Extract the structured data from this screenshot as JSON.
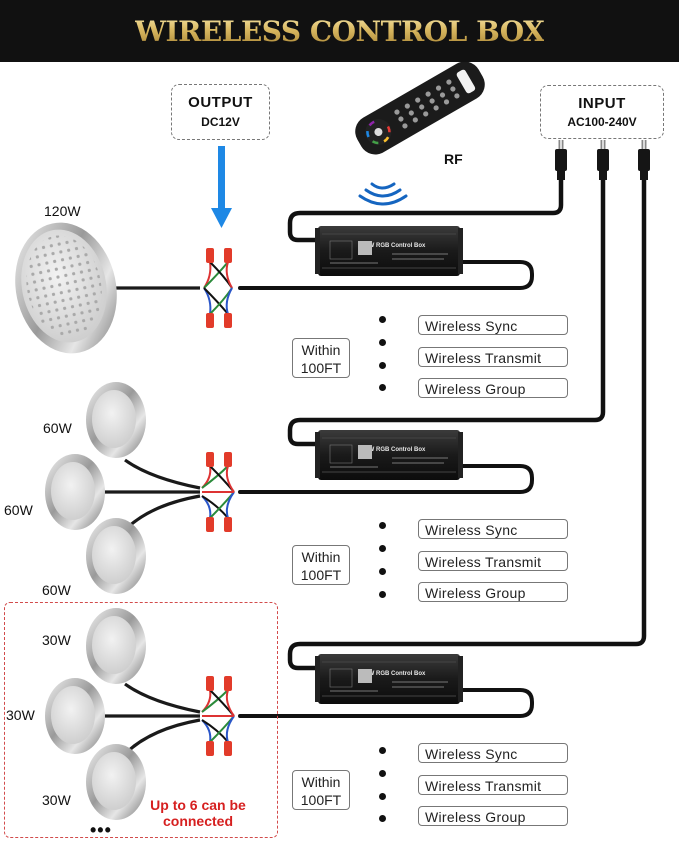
{
  "header": {
    "title": "WIRELESS CONTROL BOX"
  },
  "output": {
    "title": "OUTPUT",
    "spec": "DC12V"
  },
  "input": {
    "title": "INPUT",
    "spec": "AC100-240V"
  },
  "remote": {
    "label": "RF"
  },
  "controller": {
    "label": "200W RGB Control Box"
  },
  "rows": [
    {
      "range": [
        "Within",
        "100FT"
      ],
      "features": [
        "Wireless Sync",
        "Wireless Transmit",
        "Wireless Group"
      ],
      "lights": [
        "120W"
      ]
    },
    {
      "range": [
        "Within",
        "100FT"
      ],
      "features": [
        "Wireless Sync",
        "Wireless Transmit",
        "Wireless Group"
      ],
      "lights": [
        "60W",
        "60W",
        "60W"
      ]
    },
    {
      "range": [
        "Within",
        "100FT"
      ],
      "features": [
        "Wireless Sync",
        "Wireless Transmit",
        "Wireless Group"
      ],
      "lights": [
        "30W",
        "30W",
        "30W"
      ]
    }
  ],
  "note": {
    "line1": "Up to 6 can be",
    "line2": "connected",
    "more": "•••"
  },
  "colors": {
    "header_bg": "#111111",
    "gold": "#d8b760",
    "arrow": "#1e88e5",
    "note_red": "#d62020"
  }
}
